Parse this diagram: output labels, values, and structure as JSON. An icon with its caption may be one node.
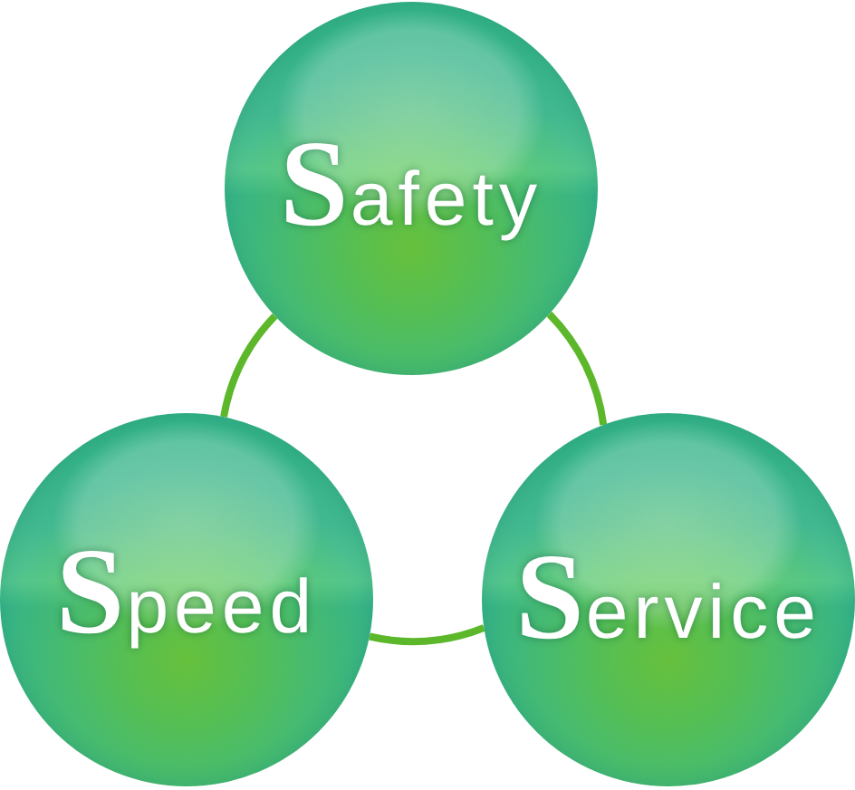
{
  "diagram": {
    "nodes": [
      {
        "text": [
          "Safety"
        ]
      },
      {
        "text": [
          "Speed"
        ]
      },
      {
        "text": [
          "Service"
        ]
      }
    ],
    "edges": [
      {
        "from": 0,
        "to": 1,
        "arrow": "none"
      },
      {
        "from": 1,
        "to": 2,
        "arrow": "none"
      },
      {
        "from": 2,
        "to": 0,
        "arrow": "none"
      }
    ]
  }
}
